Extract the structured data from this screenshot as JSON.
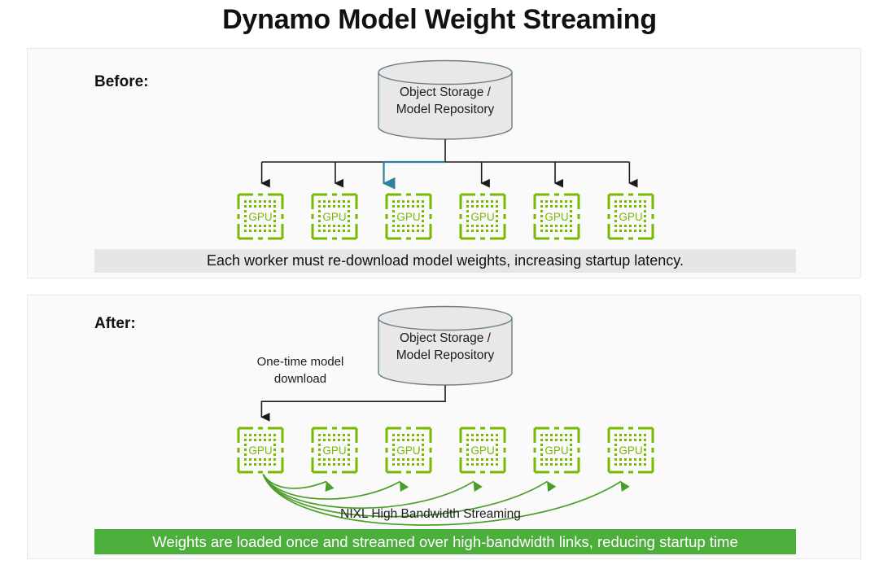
{
  "title": "Dynamo Model Weight Streaming",
  "before": {
    "label": "Before:",
    "storage": {
      "name": "object-storage-cylinder",
      "line1": "Object Storage /",
      "line2": "Model Repository"
    },
    "gpus": [
      {
        "label": "GPU"
      },
      {
        "label": "GPU"
      },
      {
        "label": "GPU"
      },
      {
        "label": "GPU"
      },
      {
        "label": "GPU"
      },
      {
        "label": "GPU"
      }
    ],
    "caption": "Each worker must re-download model weights, increasing startup latency.",
    "caption_bg": "#e6e6e6",
    "connector_color": "#1a1a1a",
    "highlight_connector_color": "#2f7f9e",
    "highlight_branch_index": 2
  },
  "after": {
    "label": "After:",
    "storage": {
      "name": "object-storage-cylinder",
      "line1": "Object Storage /",
      "line2": "Model Repository"
    },
    "download_annotation": "One-time model\ndownload",
    "gpus": [
      {
        "label": "GPU"
      },
      {
        "label": "GPU"
      },
      {
        "label": "GPU"
      },
      {
        "label": "GPU"
      },
      {
        "label": "GPU"
      },
      {
        "label": "GPU"
      }
    ],
    "stream_annotation": "NIXL High Bandwidth Streaming",
    "stream_color": "#4a9e28",
    "caption": "Weights are loaded once and streamed over high-bandwidth links, reducing startup time",
    "caption_bg": "#4caf3c",
    "caption_fg": "#ffffff"
  },
  "colors": {
    "gpu_green": "#76b900",
    "panel_bg": "#fafafa",
    "panel_border": "#e8e8e8",
    "cylinder_fill": "#e8e8e8",
    "cylinder_stroke": "#6b7f8a",
    "page_bg": "#ffffff"
  }
}
